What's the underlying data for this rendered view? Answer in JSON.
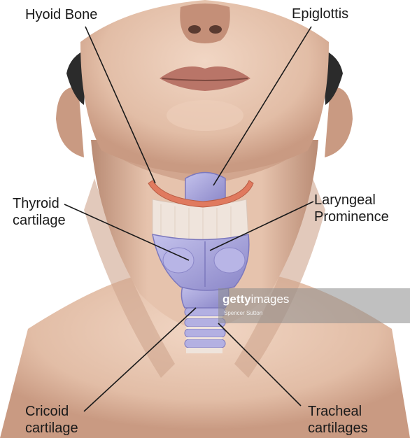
{
  "labels": {
    "hyoid": {
      "lines": [
        "Hyoid Bone"
      ]
    },
    "epiglottis": {
      "lines": [
        "Epiglottis"
      ]
    },
    "thyroid": {
      "lines": [
        "Thyroid",
        "cartilage"
      ]
    },
    "laryngeal": {
      "lines": [
        "Laryngeal",
        "Prominence"
      ]
    },
    "cricoid": {
      "lines": [
        "Cricoid",
        "cartilage"
      ]
    },
    "tracheal": {
      "lines": [
        "Tracheal",
        "cartilages"
      ]
    }
  },
  "watermark": {
    "brand_bold": "getty",
    "brand_rest": "images",
    "credit": "Spencer Sutton"
  },
  "colors": {
    "skin": "#e8c7b2",
    "skin_shadow": "#b98b74",
    "cartilage": "#a9a6de",
    "cartilage_dark": "#7c78bd",
    "hyoid": "#e07a5f",
    "membrane": "#efe4dc",
    "leader_line": "#1a1a1a"
  }
}
